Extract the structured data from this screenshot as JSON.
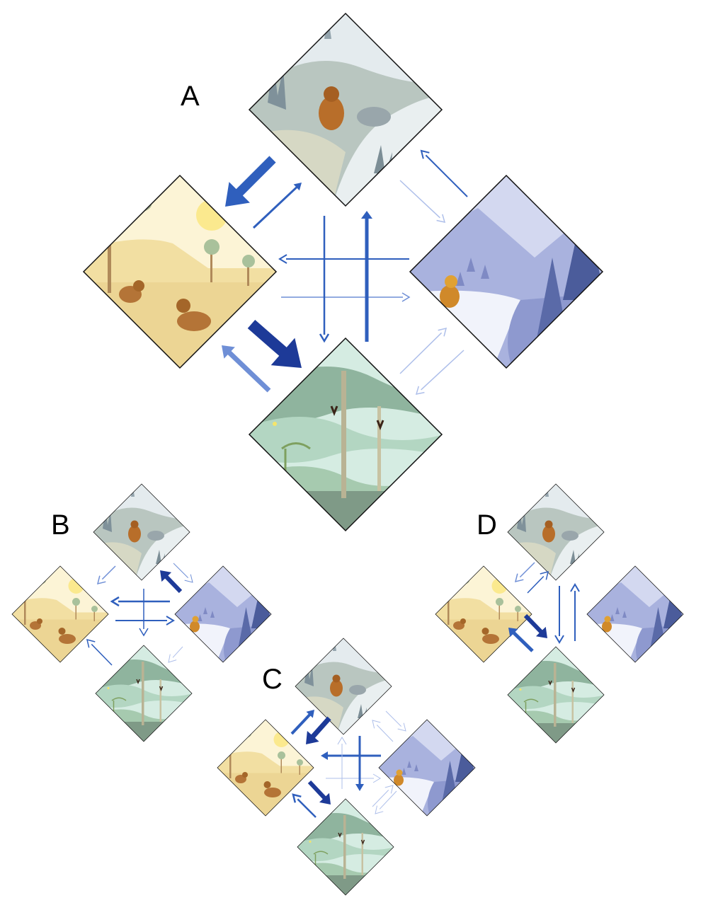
{
  "panels": [
    {
      "id": "A",
      "label": "A"
    },
    {
      "id": "B",
      "label": "B"
    },
    {
      "id": "C",
      "label": "C"
    },
    {
      "id": "D",
      "label": "D"
    }
  ],
  "biomes": [
    "highland-icon",
    "savanna-icon",
    "snow-forest-icon",
    "tropical-forest-icon"
  ],
  "colors": {
    "arrow_dark": "#1d3a98",
    "arrow_mid": "#2f5fbd",
    "arrow_light": "#6f8fd6",
    "arrow_faint": "#aebfea"
  }
}
